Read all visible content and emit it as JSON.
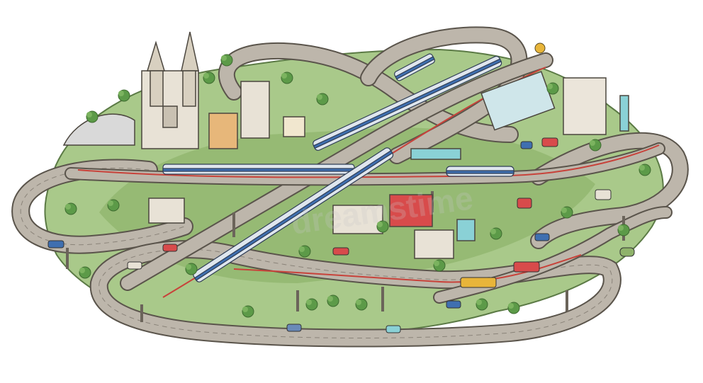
{
  "scene": {
    "colors": {
      "road": "#bdb6ab",
      "road_edge": "#5a544b",
      "road_line": "#8a8379",
      "rail_red": "#c8423a",
      "grass": "#8fb36b",
      "grass_dark": "#6f9a4f",
      "tree": "#5c9a48",
      "train_body": "#dfe6ee",
      "train_stripe": "#3f6fb0",
      "building": "#e8e2d6",
      "building_shade": "#c9c1b2",
      "accent_yellow": "#e8b53a",
      "accent_teal": "#8ad1d6",
      "accent_red": "#d84b4b"
    },
    "icons": [
      "train",
      "car",
      "bus",
      "tree",
      "church",
      "station-canopy",
      "building"
    ],
    "watermark": "dreamstime"
  }
}
